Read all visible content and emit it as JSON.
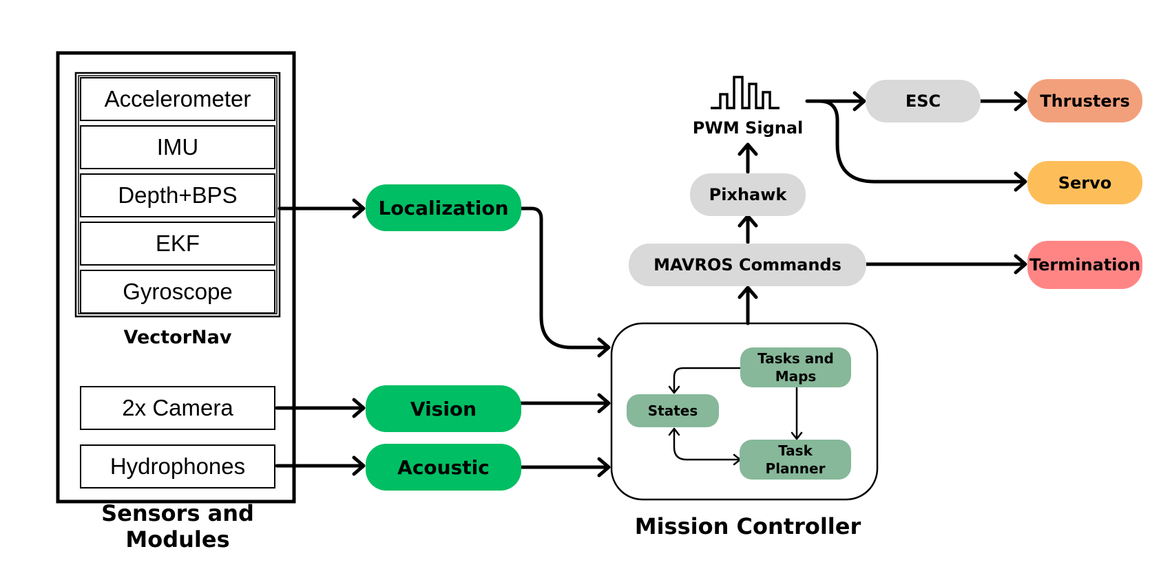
{
  "sensors": {
    "title": "Sensors and Modules",
    "vectornav_label": "VectorNav",
    "vectornav_items": [
      "Accelerometer",
      "IMU",
      "Depth+BPS",
      "EKF",
      "Gyroscope"
    ],
    "camera": "2x Camera",
    "hydrophones": "Hydrophones"
  },
  "modules": {
    "localization": "Localization",
    "vision": "Vision",
    "acoustic": "Acoustic"
  },
  "mission": {
    "title": "Mission Controller",
    "states": "States",
    "tasks_maps": "Tasks and\nMaps",
    "task_planner": "Task\nPlanner"
  },
  "outputs": {
    "mavros": "MAVROS Commands",
    "pixhawk": "Pixhawk",
    "pwm": "PWM Signal",
    "esc": "ESC",
    "thrusters": "Thrusters",
    "servo": "Servo",
    "termination": "Termination"
  },
  "colors": {
    "module_green": "#00be63",
    "node_grey": "#d9d9d9",
    "subnode_green": "#86b899",
    "thrusters": "#f2a07b",
    "servo": "#fdbe5a",
    "termination": "#ff8585"
  }
}
